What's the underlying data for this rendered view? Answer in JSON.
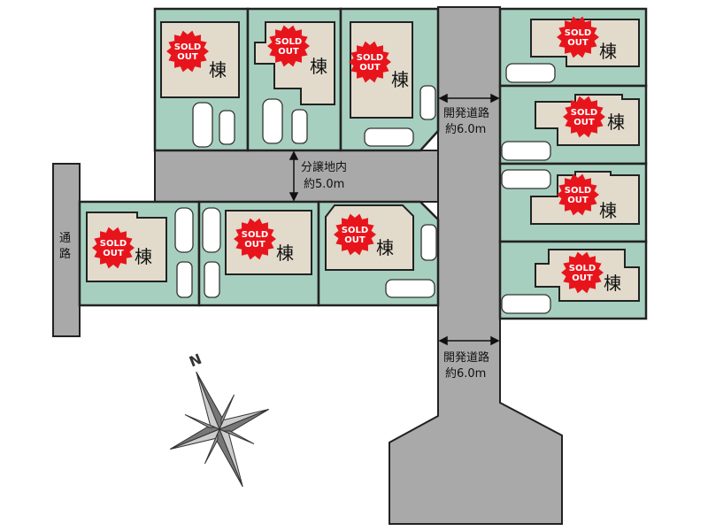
{
  "lots": [
    {
      "label": "棟",
      "status": "SOLD OUT"
    },
    {
      "label": "棟",
      "status": "SOLD OUT"
    },
    {
      "label": "棟",
      "status": "SOLD OUT"
    },
    {
      "label": "棟",
      "status": "SOLD OUT"
    },
    {
      "label": "棟",
      "status": "SOLD OUT"
    },
    {
      "label": "棟",
      "status": "SOLD OUT"
    },
    {
      "label": "棟",
      "status": "SOLD OUT"
    },
    {
      "label": "棟",
      "status": "SOLD OUT"
    },
    {
      "label": "棟",
      "status": "SOLD OUT"
    },
    {
      "label": "棟",
      "status": "SOLD OUT"
    }
  ],
  "badge": {
    "line1": "SOLD",
    "line2": "OUT",
    "color": "#e8141c"
  },
  "roads": {
    "dev_road_top": {
      "name": "開発道路",
      "width": "約6.0m"
    },
    "dev_road_bottom": {
      "name": "開発道路",
      "width": "約6.0m"
    },
    "inner_road": {
      "name": "分譲地内",
      "width": "約5.0m"
    },
    "passage": {
      "line1": "通",
      "line2": "路"
    }
  },
  "compass": {
    "north": "N"
  },
  "colors": {
    "lot": "#a6cfbf",
    "building": "#e2dacb",
    "road": "#a9a9a9"
  }
}
